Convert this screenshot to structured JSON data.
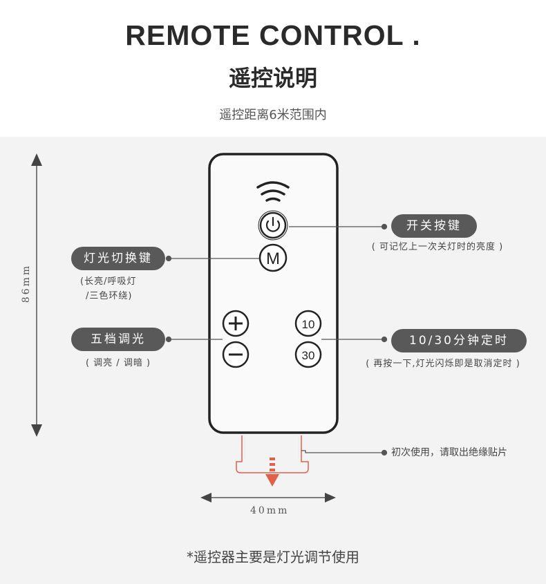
{
  "header": {
    "title": "REMOTE CONTROL .",
    "subtitle": "遥控说明",
    "range": "遥控距离6米范围内"
  },
  "remote": {
    "power_label": "",
    "mode_label": "M",
    "plus_label": "+",
    "minus_label": "−",
    "timer10_label": "10",
    "timer30_label": "30"
  },
  "callouts": {
    "power": {
      "title": "开关按键",
      "note": "( 可记忆上一次关灯时的亮度 )"
    },
    "mode": {
      "title": "灯光切换键",
      "note_line1": "(长亮/呼吸灯",
      "note_line2": "/三色环绕)"
    },
    "dim": {
      "title": "五档调光",
      "note": "( 调亮 / 调暗 )"
    },
    "timer": {
      "title": "10/30分钟定时",
      "note": "( 再按一下,灯光闪烁即是取消定时 )"
    },
    "tab": {
      "note": "初次使用，请取出绝缘贴片"
    }
  },
  "dimensions": {
    "height": "86mm",
    "width": "40mm"
  },
  "footer": {
    "note": "*遥控器主要是灯光调节使用"
  },
  "colors": {
    "pill_bg": "#595959",
    "tab_outline": "#e0604a",
    "line": "#555555"
  }
}
